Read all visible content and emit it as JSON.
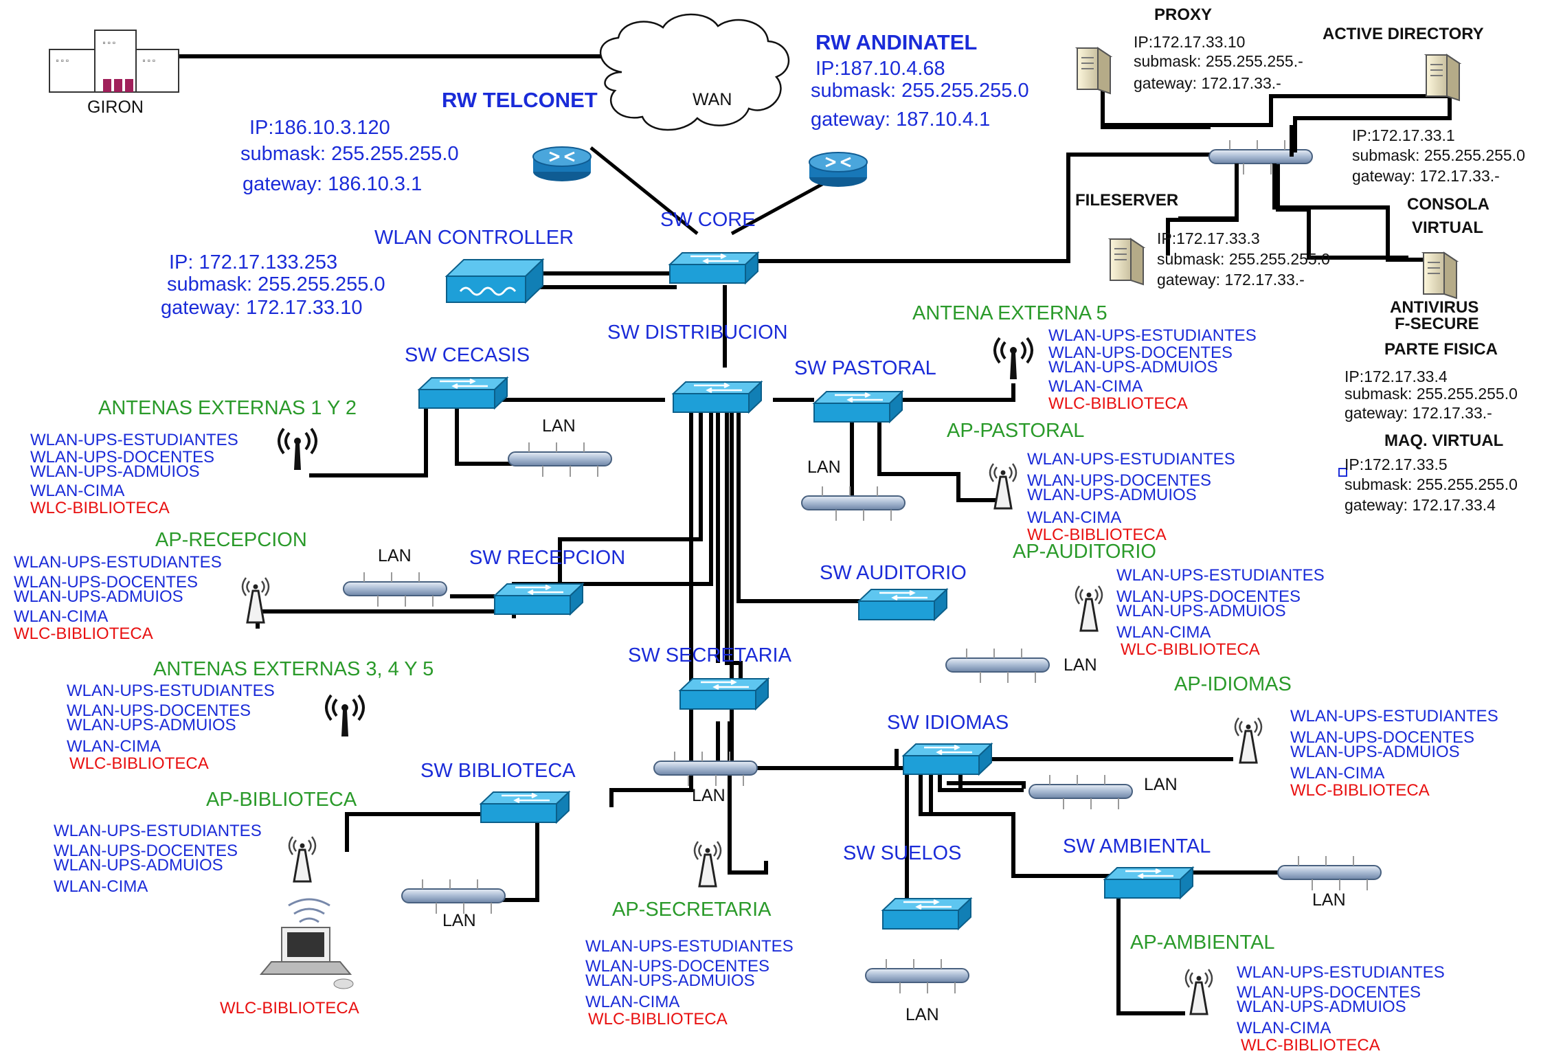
{
  "colors": {
    "text_blue": "#1a2bd8",
    "text_green": "#2a9a2a",
    "text_red": "#e81010",
    "switch": "#1e9fd8",
    "router": "#1878b8",
    "line": "#000000"
  },
  "wan": {
    "label": "WAN"
  },
  "giron": {
    "label": "GIRON"
  },
  "rw_telconet": {
    "title": "RW TELCONET",
    "ip": "IP:186.10.3.120",
    "mask": "submask: 255.255.255.0",
    "gw": "gateway: 186.10.3.1"
  },
  "rw_andinatel": {
    "title": "RW ANDINATEL",
    "ip": "IP:187.10.4.68",
    "mask": "submask: 255.255.255.0",
    "gw": "gateway: 187.10.4.1"
  },
  "wlan_controller": {
    "title": "WLAN CONTROLLER",
    "ip": "IP: 172.17.133.253",
    "mask": "submask: 255.255.255.0",
    "gw": "gateway: 172.17.33.10"
  },
  "switches": {
    "core": "SW CORE",
    "dist": "SW DISTRIBUCION",
    "cecasis": "SW CECASIS",
    "pastoral": "SW PASTORAL",
    "recepcion": "SW RECEPCION",
    "auditorio": "SW AUDITORIO",
    "secretaria": "SW SECRETARIA",
    "idiomas": "SW IDIOMAS",
    "biblioteca": "SW BIBLIOTECA",
    "suelos": "SW SUELOS",
    "ambiental": "SW AMBIENTAL"
  },
  "lan": "LAN",
  "antennas": {
    "ext12": "ANTENAS EXTERNAS 1 Y 2",
    "ext345": "ANTENAS EXTERNAS 3, 4 Y 5",
    "ext5": "ANTENA EXTERNA 5"
  },
  "aps": {
    "pastoral": "AP-PASTORAL",
    "recepcion": "AP-RECEPCION",
    "auditorio": "AP-AUDITORIO",
    "idiomas": "AP-IDIOMAS",
    "biblioteca": "AP-BIBLIOTECA",
    "secretaria": "AP-SECRETARIA",
    "ambiental": "AP-AMBIENTAL"
  },
  "ssids": {
    "est": "WLAN-UPS-ESTUDIANTES",
    "doc": "WLAN-UPS-DOCENTES",
    "adm": "WLAN-UPS-ADMUIOS",
    "cima": "WLAN-CIMA",
    "wlc": "WLC-BIBLIOTECA"
  },
  "servers": {
    "proxy": {
      "title": "PROXY",
      "ip": "IP:172.17.33.10",
      "mask": "submask: 255.255.255.-",
      "gw": "gateway: 172.17.33.-"
    },
    "ad": {
      "title": "ACTIVE DIRECTORY",
      "ip": "IP:172.17.33.1",
      "mask": "submask: 255.255.255.0",
      "gw": "gateway: 172.17.33.-"
    },
    "file": {
      "title": "FILESERVER",
      "ip": "IP:172.17.33.3",
      "mask": "submask: 255.255.255.0",
      "gw": "gateway: 172.17.33.-"
    },
    "consola": {
      "title1": "CONSOLA",
      "title2": "VIRTUAL",
      "sub1": "ANTIVIRUS",
      "sub2": "F-SECURE"
    },
    "fisica": {
      "title": "PARTE FISICA",
      "ip": "IP:172.17.33.4",
      "mask": "submask: 255.255.255.0",
      "gw": "gateway: 172.17.33.-"
    },
    "vm": {
      "title": "MAQ. VIRTUAL",
      "ip": "IP:172.17.33.5",
      "mask": "submask: 255.255.255.0",
      "gw": "gateway: 172.17.33.4"
    }
  }
}
